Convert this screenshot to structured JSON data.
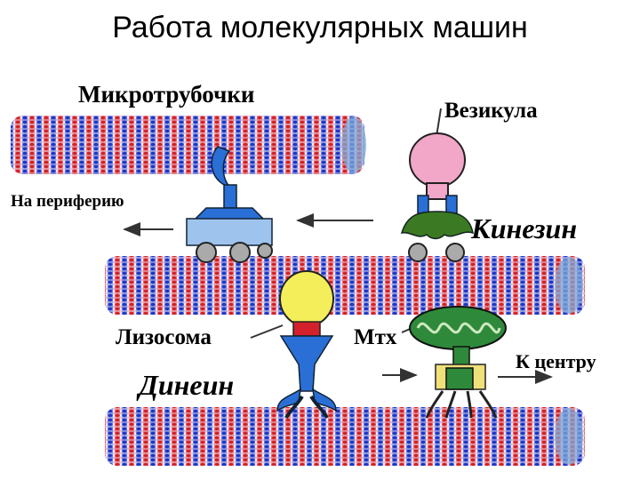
{
  "slide": {
    "title": "Работа молекулярных машин"
  },
  "diagram": {
    "microtubules_label": "Микротрубочки",
    "vesicle_label": "Везикула",
    "to_periphery_label": "На периферию",
    "kinesin_label": "Кинезин",
    "lysosome_label": "Лизосома",
    "mitochondrion_label": "Мтх",
    "dynein_label": "Динеин",
    "to_center_label": "К центру"
  },
  "colors": {
    "tubulin_red": "#d4202a",
    "tubulin_blue": "#1f35c8",
    "motor_blue": "#2a6fd6",
    "kinesin_green": "#3b7a22",
    "vesicle_pink": "#f2a6c8",
    "lysosome_yellow": "#f3ee5a",
    "mito_green": "#2e8a3a",
    "cargo_yellow": "#f0e07a"
  }
}
